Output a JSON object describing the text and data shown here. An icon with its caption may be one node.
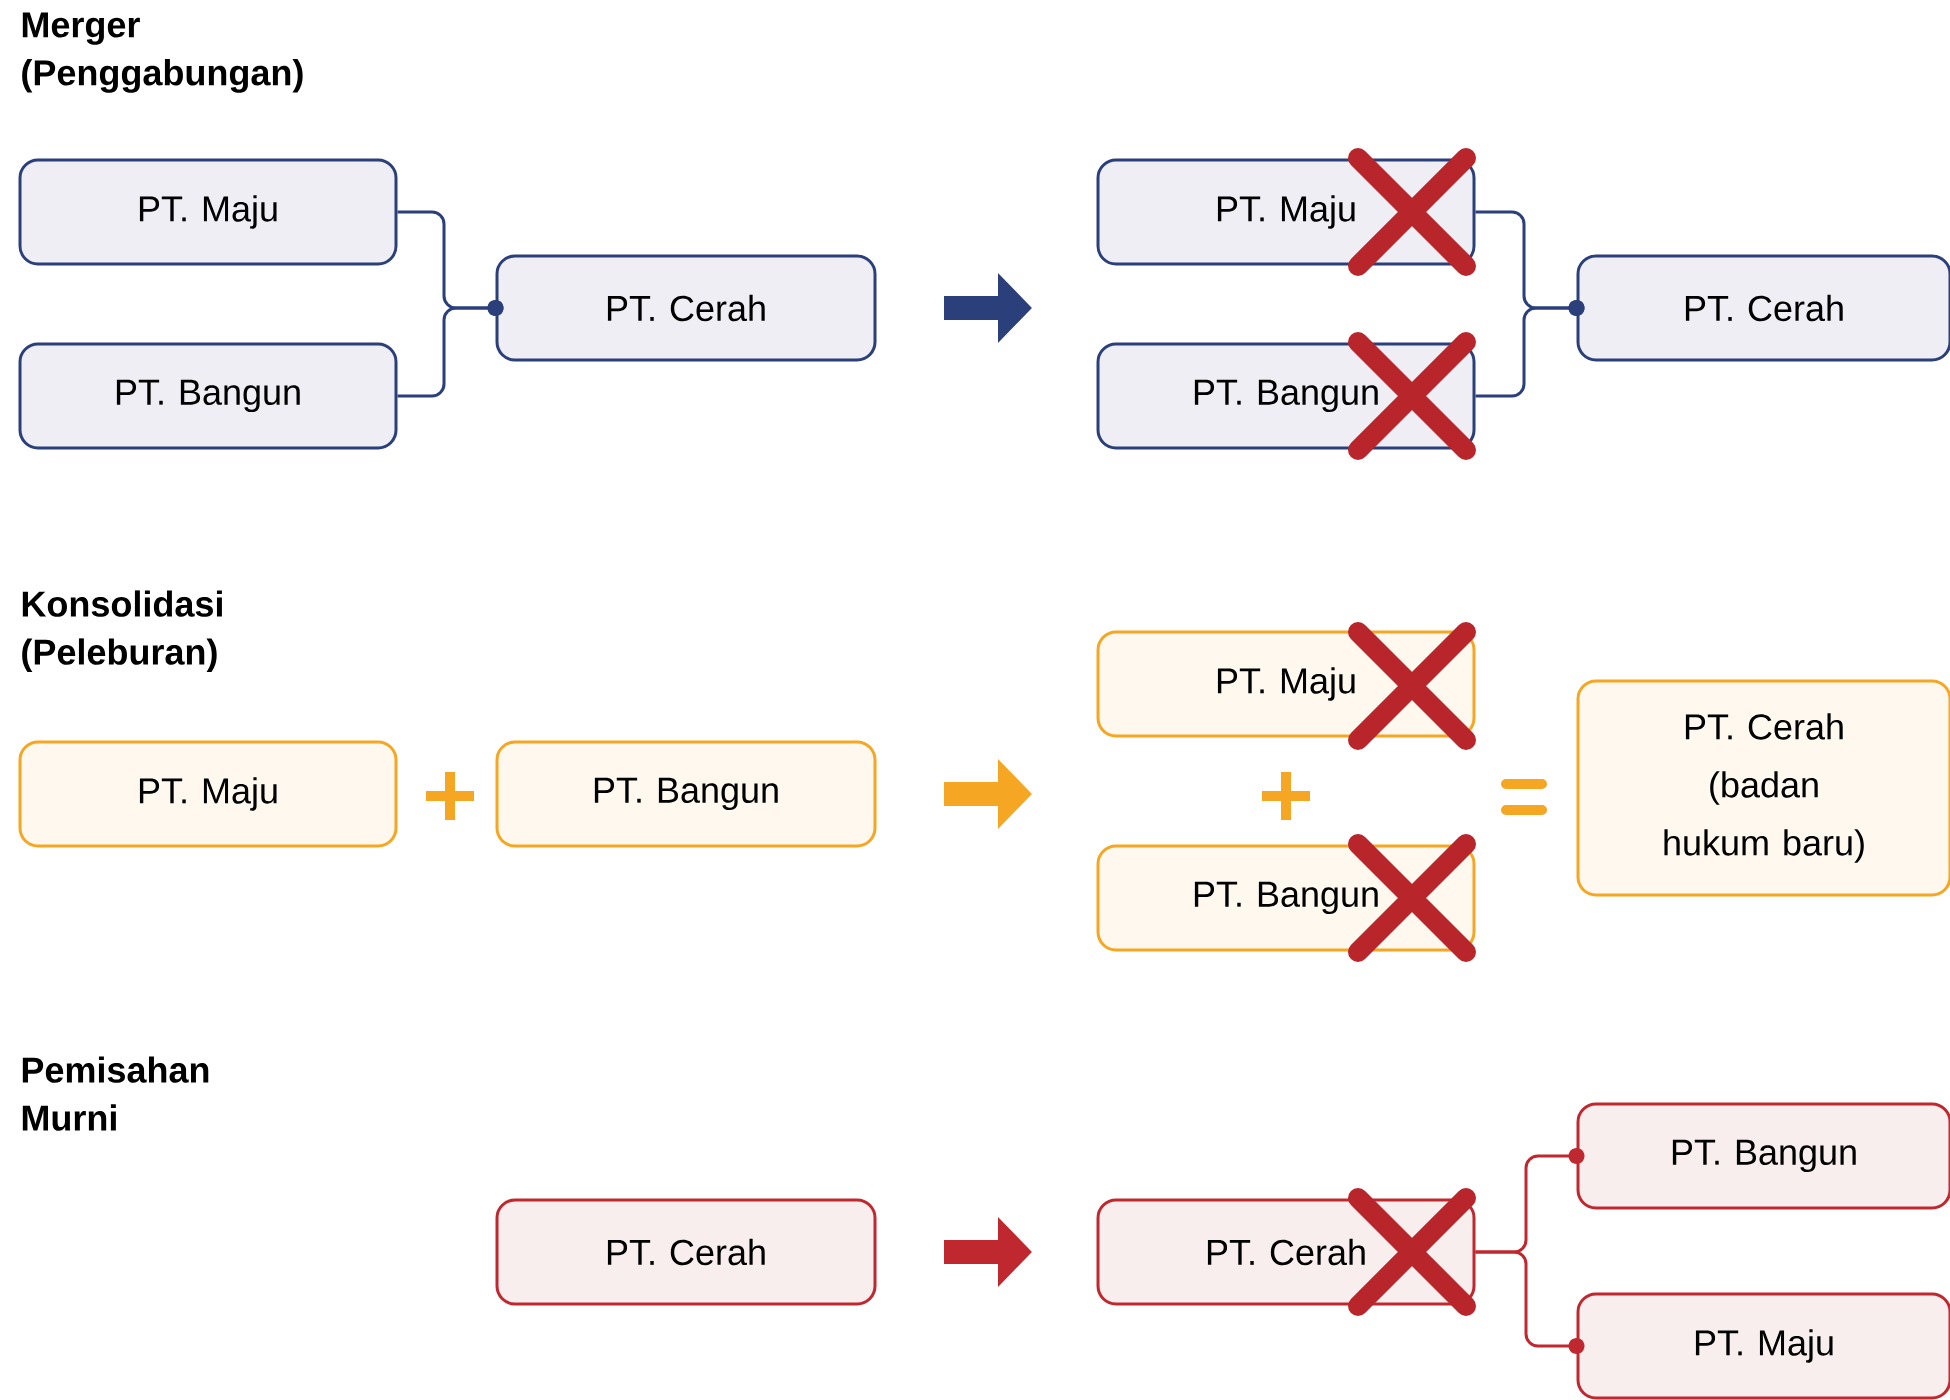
{
  "diagram": {
    "nodes": [
      {
        "text": [
          "PT. Maju"
        ]
      },
      {
        "text": [
          "PT. Bangun"
        ]
      },
      {
        "text": [
          "PT. Cerah"
        ]
      },
      {
        "text": [
          "PT. Maju"
        ]
      },
      {
        "text": [
          "PT. Bangun"
        ]
      },
      {
        "text": [
          "PT. Cerah"
        ]
      },
      {
        "text": [
          "PT. Maju"
        ]
      },
      {
        "text": [
          "PT. Bangun"
        ]
      },
      {
        "text": [
          "PT. Maju"
        ]
      },
      {
        "text": [
          "PT. Bangun"
        ]
      },
      {
        "text": [
          "PT. Cerah (badan hukum baru)"
        ]
      },
      {
        "text": [
          "PT. Cerah"
        ]
      },
      {
        "text": [
          "PT. Cerah"
        ]
      },
      {
        "text": [
          "PT. Bangun"
        ]
      },
      {
        "text": [
          "PT. Maju"
        ]
      }
    ],
    "edges": [
      {
        "from": 0,
        "to": 2,
        "arrow": "other"
      },
      {
        "from": 1,
        "to": 2,
        "arrow": "other"
      },
      {
        "from": 3,
        "to": 5,
        "arrow": "other"
      },
      {
        "from": 4,
        "to": 5,
        "arrow": "other"
      },
      {
        "from": 12,
        "to": 13,
        "arrow": "other",
        "color": "#c0282f"
      },
      {
        "from": 12,
        "to": 14,
        "arrow": "other",
        "color": "#c0282f"
      }
    ],
    "labels": [
      "Merger (Penggabungan)",
      "Konsolidasi (Peleburan)",
      "Pemisahan Murni"
    ]
  }
}
